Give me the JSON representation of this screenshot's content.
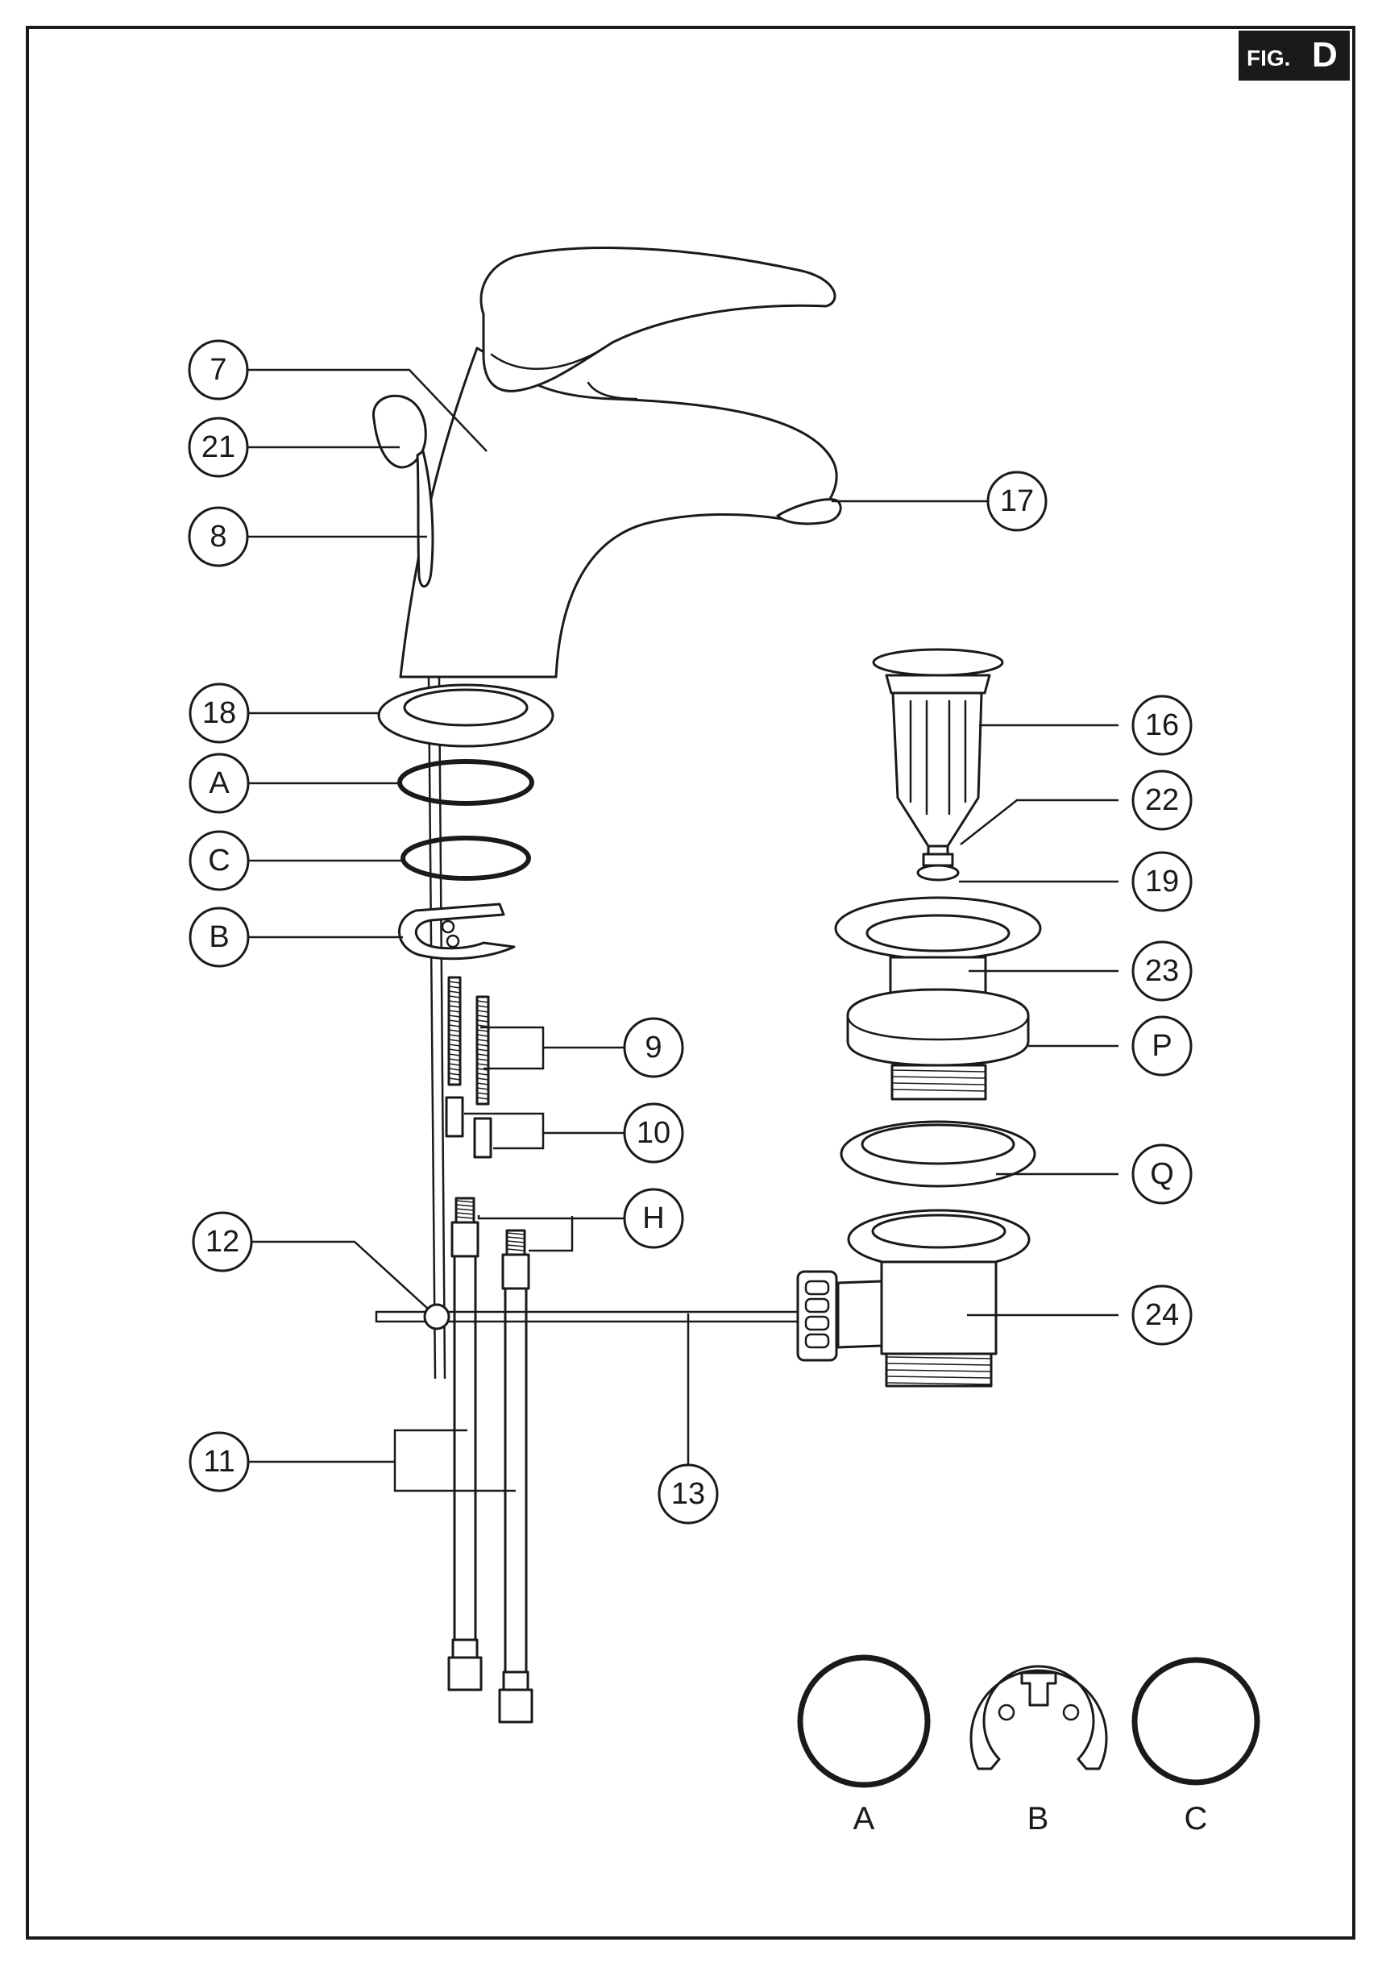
{
  "figure": {
    "badge_prefix": "FIG.",
    "badge_letter": "D"
  },
  "callouts": {
    "c7": "7",
    "c21": "21",
    "c8": "8",
    "c17": "17",
    "c18": "18",
    "cA": "A",
    "cC": "C",
    "cB": "B",
    "c9": "9",
    "c10": "10",
    "cH": "H",
    "c12": "12",
    "c11": "11",
    "c13": "13",
    "c16": "16",
    "c22": "22",
    "c19": "19",
    "c23": "23",
    "cP": "P",
    "cQ": "Q",
    "c24": "24"
  },
  "detail_labels": {
    "a": "A",
    "b": "B",
    "c": "C"
  }
}
